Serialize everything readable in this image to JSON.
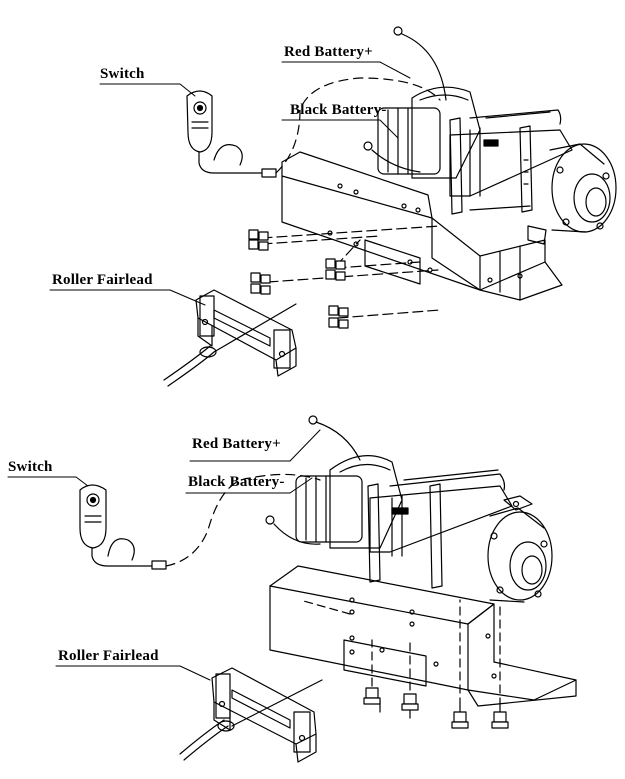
{
  "diagram": {
    "top": {
      "labels": {
        "switch": "Switch",
        "red_battery": "Red Battery+",
        "black_battery": "Black Battery-",
        "roller_fairlead": "Roller Fairlead"
      }
    },
    "bottom": {
      "labels": {
        "switch": "Switch",
        "red_battery": "Red Battery+",
        "black_battery": "Black Battery-",
        "roller_fairlead": "Roller Fairlead"
      }
    },
    "line_color": "#000000",
    "background": "#ffffff"
  }
}
